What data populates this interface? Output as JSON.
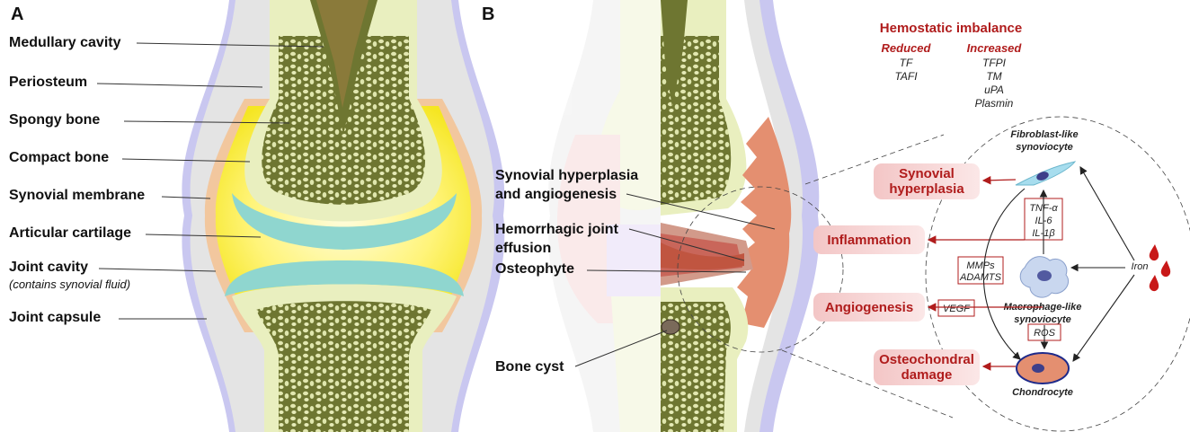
{
  "panel_a": {
    "letter": "A",
    "labels": [
      "Medullary cavity",
      "Periosteum",
      "Spongy bone",
      "Compact bone",
      "Synovial membrane",
      "Articular cartilage",
      "Joint cavity",
      "Joint capsule"
    ],
    "joint_cavity_note": "(contains synovial fluid)"
  },
  "panel_b": {
    "letter": "B",
    "labels": {
      "hyperplasia_line1": "Synovial hyperplasia",
      "hyperplasia_line2": "and angiogenesis",
      "effusion_line1": "Hemorrhagic joint",
      "effusion_line2": "effusion",
      "osteophyte": "Osteophyte",
      "bone_cyst": "Bone cyst"
    },
    "hemostatic": {
      "title": "Hemostatic imbalance",
      "reduced_header": "Reduced",
      "increased_header": "Increased",
      "reduced": [
        "TF",
        "TAFI"
      ],
      "increased": [
        "TFPI",
        "TM",
        "uPA",
        "Plasmin"
      ]
    },
    "outcomes": {
      "synovial_hyperplasia_1": "Synovial",
      "synovial_hyperplasia_2": "hyperplasia",
      "inflammation": "Inflammation",
      "angiogenesis": "Angiogenesis",
      "osteochondral_1": "Osteochondral",
      "osteochondral_2": "damage"
    },
    "mediators": {
      "cytokines": [
        "TNF-α",
        "IL-6",
        "IL-1β"
      ],
      "mmps_1": "MMPs",
      "mmps_2": "ADAMTS",
      "vegf": "VEGF",
      "ros": "ROS"
    },
    "cells": {
      "fibroblast_1": "Fibroblast-like",
      "fibroblast_2": "synoviocyte",
      "macrophage_1": "Macrophage-like",
      "macrophage_2": "synoviocyte",
      "chondrocyte": "Chondrocyte",
      "iron": "Iron"
    }
  },
  "colors": {
    "bone": "#e9efbf",
    "spongy": "#6e7631",
    "cartilage": "#8fd6cf",
    "synovial_fluid": "#fff23c",
    "capsule": "#c9c7f0",
    "synovium": "#e48f70",
    "accent_red": "#b01c1c",
    "box_fill": "#f2b8b8"
  }
}
